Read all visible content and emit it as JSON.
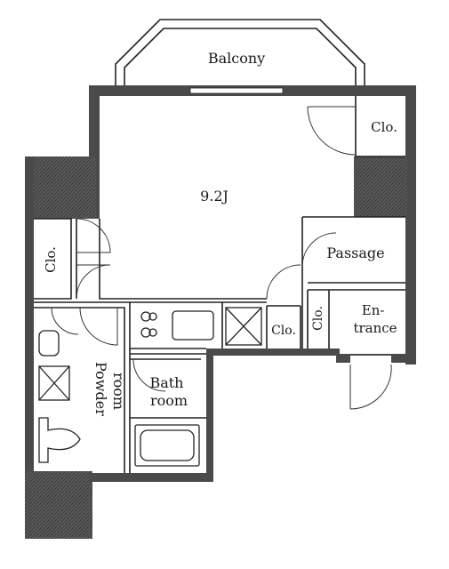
{
  "floor_plan": {
    "labels": {
      "balcony": "Balcony",
      "main_room": "9.2J",
      "closet_top_right": "Clo.",
      "closet_left": "Clo.",
      "passage": "Passage",
      "entrance": "En-\ntrance",
      "closet_entrance": "Clo.",
      "closet_kitchen": "Clo.",
      "bath_room": "Bath\nroom",
      "powder_room": "Powder\nroom"
    },
    "colors": {
      "wall": "#4a4a4a",
      "line": "#222222",
      "background": "#ffffff"
    }
  }
}
